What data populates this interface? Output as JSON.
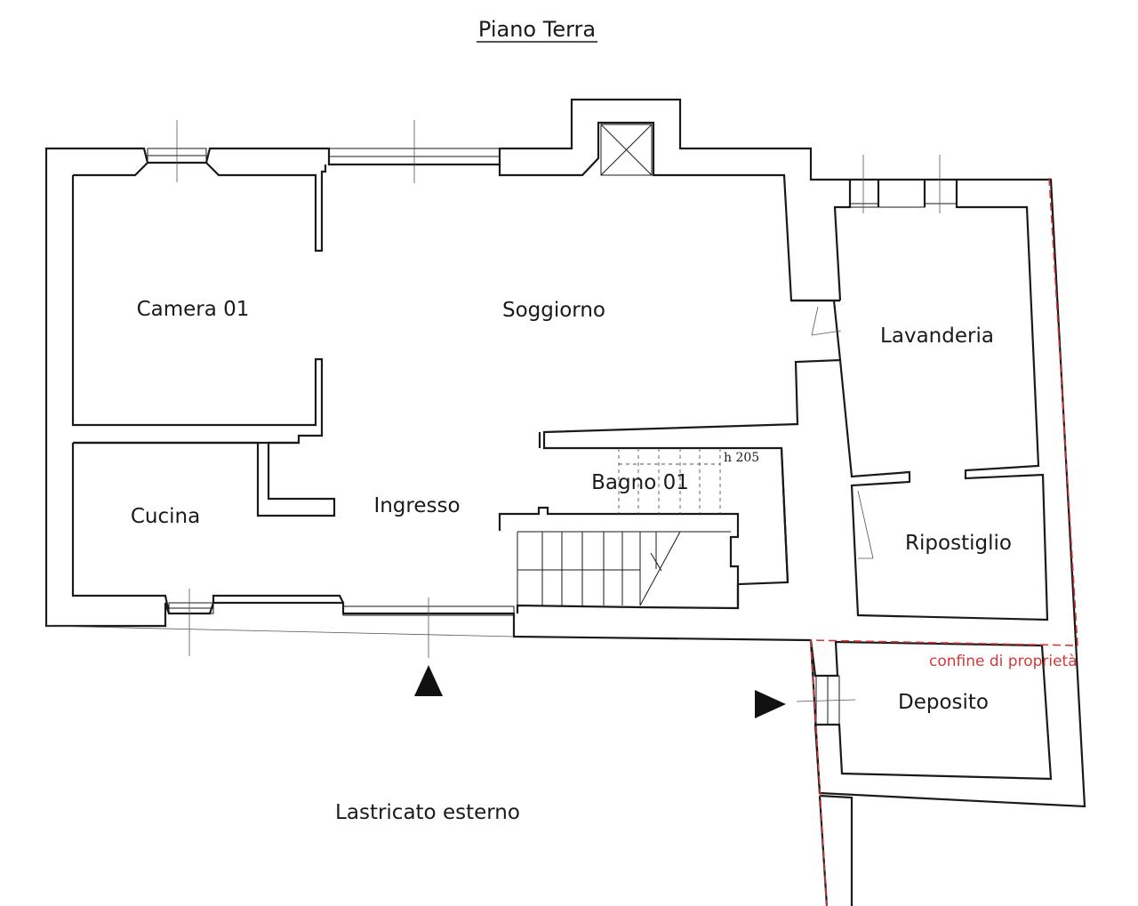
{
  "title": "Piano Terra",
  "rooms": {
    "camera": "Camera 01",
    "soggiorno": "Soggiorno",
    "lavanderia": "Lavanderia",
    "cucina": "Cucina",
    "ingresso": "Ingresso",
    "bagno": "Bagno 01",
    "ripostiglio": "Ripostiglio",
    "deposito": "Deposito",
    "lastricato": "Lastricato esterno"
  },
  "height_note": "h 205",
  "property_line": {
    "label": "confine di proprietà",
    "color": "#d23a3a"
  },
  "icons": {
    "entrance_main": "entrance-arrow-up",
    "entrance_side": "entrance-arrow-right"
  }
}
